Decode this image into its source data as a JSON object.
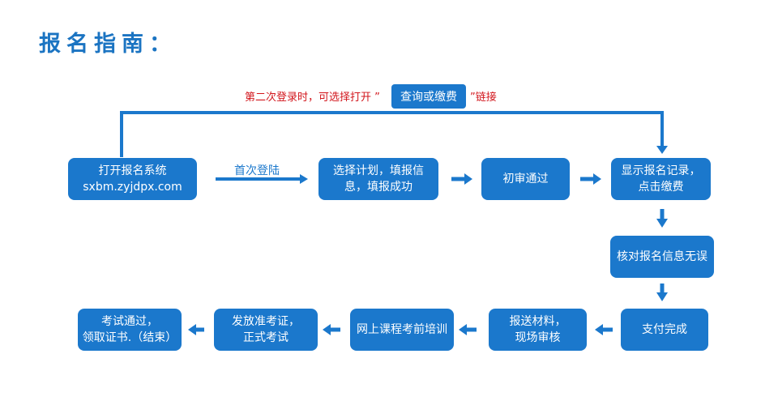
{
  "colors": {
    "accent": "#1b78cc",
    "title": "#1b74c2",
    "note": "#d2161c"
  },
  "page": {
    "title": "报名指南："
  },
  "note": {
    "before": "第二次登录时，可选择打开 ”",
    "button": "查询或缴费",
    "after": "”链接"
  },
  "edge_label": "首次登陆",
  "steps": {
    "open": {
      "line1": "打开报名系统",
      "line2": "sxbm.zyjdpx.com"
    },
    "select": {
      "line1": "选择计划，填报信",
      "line2": "息，填报成功"
    },
    "review": {
      "line1": "初审通过"
    },
    "records": {
      "line1": "显示报名记录，",
      "line2": "点击缴费"
    },
    "verify": {
      "line1": "核对报名信息无误"
    },
    "pay": {
      "line1": "支付完成"
    },
    "materials": {
      "line1": "报送材料，",
      "line2": "现场审核"
    },
    "training": {
      "line1": "网上课程考前培训"
    },
    "admission": {
      "line1": "发放准考证，",
      "line2": "正式考试"
    },
    "certificate": {
      "line1": "考试通过，",
      "line2": "领取证书.（结束）"
    }
  }
}
